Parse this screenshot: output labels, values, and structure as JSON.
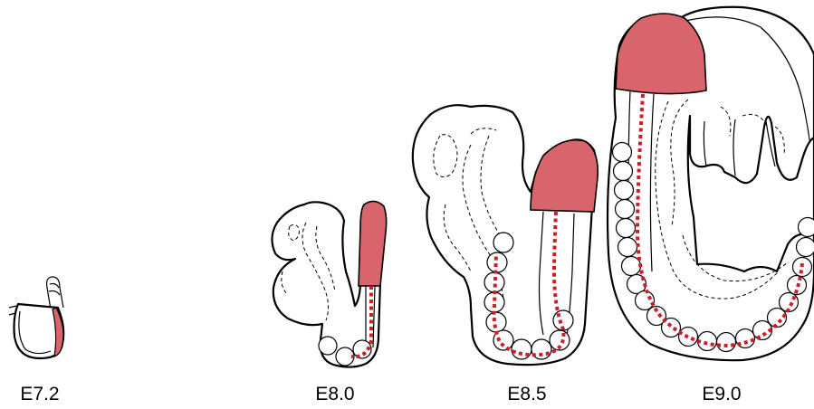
{
  "labels": {
    "e72": "E7.2",
    "e80": "E8.0",
    "e85": "E8.5",
    "e90": "E9.0"
  },
  "colors": {
    "highlight": "#d9656c",
    "dotted_line": "#c8202a",
    "outline": "#000000"
  }
}
